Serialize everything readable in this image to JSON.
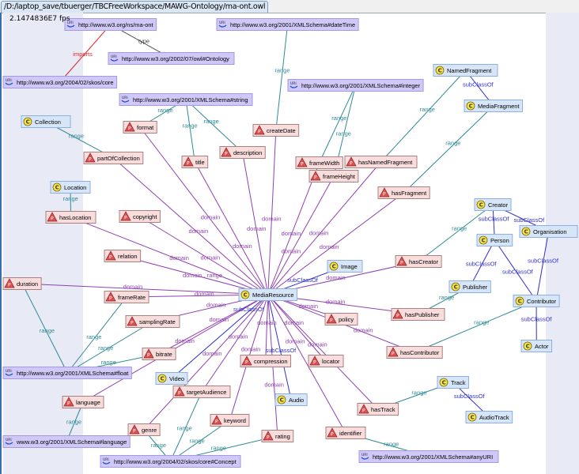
{
  "tab": {
    "title": "/D:/laptop_save/tbuerger/TBCFreeWorkspace/MAWG-Ontology/ma-ont.owl"
  },
  "fps": "2.1474836E7 fps",
  "colors": {
    "uri_fill": "#d0c9f7",
    "uri_border": "#a598e6",
    "class_fill": "#d6e6f8",
    "class_border": "#8db0e0",
    "prop_fill": "#f9dcdc",
    "prop_border": "#a88080",
    "domain": "#9040b0",
    "range": "#2f8a95",
    "subclass": "#3030d0",
    "imports": "#e02020",
    "type": "#404040"
  },
  "edge_labels": {
    "domain": "domain",
    "range": "range",
    "subClassOf": "subClassOf",
    "imports": "imports",
    "type": "type",
    "domain_range": "domain , range"
  },
  "nodes": [
    {
      "id": "maont",
      "kind": "uri",
      "label": "http://www.w3.org/ns/ma-ont"
    },
    {
      "id": "ontology",
      "kind": "uri",
      "label": "http://www.w3.org/2002/07/owl#Ontology"
    },
    {
      "id": "skos",
      "kind": "uri",
      "label": "http://www.w3.org/2004/02/skos/core"
    },
    {
      "id": "dateTime",
      "kind": "uri",
      "label": "http://www.w3.org/2001/XMLSchema#dateTime"
    },
    {
      "id": "integer",
      "kind": "uri",
      "label": "http://www.w3.org/2001/XMLSchema#integer"
    },
    {
      "id": "string",
      "kind": "uri",
      "label": "http://www.w3.org/2001/XMLSchema#string"
    },
    {
      "id": "float",
      "kind": "uri",
      "label": "http://www.w3.org/2001/XMLSchema#float"
    },
    {
      "id": "languageUri",
      "kind": "uri",
      "label": "www.w3.org/2001/XMLSchema#language"
    },
    {
      "id": "concept",
      "kind": "uri",
      "label": "http://www.w3.org/2004/02/skos/core#Concept"
    },
    {
      "id": "anyURI",
      "kind": "uri",
      "label": "http://www.w3.org/2001/XMLSchema#anyURI"
    },
    {
      "id": "Collection",
      "kind": "class",
      "label": "Collection"
    },
    {
      "id": "Location",
      "kind": "class",
      "label": "Location"
    },
    {
      "id": "NamedFragment",
      "kind": "class",
      "label": "NamedFragment"
    },
    {
      "id": "MediaFragment",
      "kind": "class",
      "label": "MediaFragment"
    },
    {
      "id": "Creator",
      "kind": "class",
      "label": "Creator"
    },
    {
      "id": "Person",
      "kind": "class",
      "label": "Person"
    },
    {
      "id": "Organisation",
      "kind": "class",
      "label": "Organisation"
    },
    {
      "id": "Publisher",
      "kind": "class",
      "label": "Publisher"
    },
    {
      "id": "Contributor",
      "kind": "class",
      "label": "Contributor"
    },
    {
      "id": "Actor",
      "kind": "class",
      "label": "Actor"
    },
    {
      "id": "Image",
      "kind": "class",
      "label": "Image"
    },
    {
      "id": "MediaResource",
      "kind": "class",
      "label": "MediaResource"
    },
    {
      "id": "Video",
      "kind": "class",
      "label": "Video"
    },
    {
      "id": "Audio",
      "kind": "class",
      "label": "Audio"
    },
    {
      "id": "Track",
      "kind": "class",
      "label": "Track"
    },
    {
      "id": "AudioTrack",
      "kind": "class",
      "label": "AudioTrack"
    },
    {
      "id": "format",
      "kind": "prop",
      "label": "format"
    },
    {
      "id": "createDate",
      "kind": "prop",
      "label": "createDate"
    },
    {
      "id": "description",
      "kind": "prop",
      "label": "description"
    },
    {
      "id": "title",
      "kind": "prop",
      "label": "title"
    },
    {
      "id": "partOfCollection",
      "kind": "prop",
      "label": "partOfCollection"
    },
    {
      "id": "frameWidth",
      "kind": "prop",
      "label": "frameWidth"
    },
    {
      "id": "hasNamedFragment",
      "kind": "prop",
      "label": "hasNamedFragment"
    },
    {
      "id": "frameHeight",
      "kind": "prop",
      "label": "frameHeight"
    },
    {
      "id": "hasFragment",
      "kind": "prop",
      "label": "hasFragment"
    },
    {
      "id": "hasLocation",
      "kind": "prop",
      "label": "hasLocation"
    },
    {
      "id": "copyright",
      "kind": "prop",
      "label": "copyright"
    },
    {
      "id": "relation",
      "kind": "prop",
      "label": "relation"
    },
    {
      "id": "hasCreator",
      "kind": "prop",
      "label": "hasCreator"
    },
    {
      "id": "duration",
      "kind": "prop",
      "label": "duration"
    },
    {
      "id": "frameRate",
      "kind": "prop",
      "label": "frameRate"
    },
    {
      "id": "policy",
      "kind": "prop",
      "label": "policy"
    },
    {
      "id": "hasPublisher",
      "kind": "prop",
      "label": "hasPublisher"
    },
    {
      "id": "samplingRate",
      "kind": "prop",
      "label": "samplingRate"
    },
    {
      "id": "bitrate",
      "kind": "prop",
      "label": "bitrate"
    },
    {
      "id": "hasContributor",
      "kind": "prop",
      "label": "hasContributor"
    },
    {
      "id": "compression",
      "kind": "prop",
      "label": "compression"
    },
    {
      "id": "locator",
      "kind": "prop",
      "label": "locator"
    },
    {
      "id": "targetAudience",
      "kind": "prop",
      "label": "targetAudience"
    },
    {
      "id": "language",
      "kind": "prop",
      "label": "language"
    },
    {
      "id": "keyword",
      "kind": "prop",
      "label": "keyword"
    },
    {
      "id": "genre",
      "kind": "prop",
      "label": "genre"
    },
    {
      "id": "rating",
      "kind": "prop",
      "label": "rating"
    },
    {
      "id": "hasTrack",
      "kind": "prop",
      "label": "hasTrack"
    },
    {
      "id": "identifier",
      "kind": "prop",
      "label": "identifier"
    }
  ],
  "edges": [
    [
      "maont",
      "skos",
      "imports"
    ],
    [
      "maont",
      "ontology",
      "type"
    ],
    [
      "format",
      "MediaResource",
      "domain"
    ],
    [
      "createDate",
      "MediaResource",
      "domain"
    ],
    [
      "description",
      "MediaResource",
      "domain"
    ],
    [
      "title",
      "MediaResource",
      "domain"
    ],
    [
      "partOfCollection",
      "MediaResource",
      "domain"
    ],
    [
      "frameWidth",
      "MediaResource",
      "domain"
    ],
    [
      "hasNamedFragment",
      "MediaResource",
      "domain"
    ],
    [
      "frameHeight",
      "MediaResource",
      "domain"
    ],
    [
      "hasFragment",
      "MediaResource",
      "domain"
    ],
    [
      "hasLocation",
      "MediaResource",
      "domain"
    ],
    [
      "copyright",
      "MediaResource",
      "domain"
    ],
    [
      "relation",
      "MediaResource",
      "domain_range"
    ],
    [
      "hasCreator",
      "MediaResource",
      "domain"
    ],
    [
      "duration",
      "MediaResource",
      "domain"
    ],
    [
      "frameRate",
      "MediaResource",
      "domain"
    ],
    [
      "policy",
      "MediaResource",
      "domain"
    ],
    [
      "hasPublisher",
      "MediaResource",
      "domain"
    ],
    [
      "samplingRate",
      "MediaResource",
      "domain"
    ],
    [
      "bitrate",
      "MediaResource",
      "domain"
    ],
    [
      "hasContributor",
      "MediaResource",
      "domain"
    ],
    [
      "compression",
      "MediaResource",
      "domain"
    ],
    [
      "locator",
      "MediaResource",
      "domain"
    ],
    [
      "targetAudience",
      "MediaResource",
      "domain"
    ],
    [
      "language",
      "MediaResource",
      "domain"
    ],
    [
      "keyword",
      "MediaResource",
      "domain"
    ],
    [
      "genre",
      "MediaResource",
      "domain"
    ],
    [
      "rating",
      "MediaResource",
      "domain"
    ],
    [
      "hasTrack",
      "MediaResource",
      "domain"
    ],
    [
      "identifier",
      "MediaResource",
      "domain"
    ],
    [
      "format",
      "string",
      "range"
    ],
    [
      "title",
      "string",
      "range"
    ],
    [
      "description",
      "string",
      "range"
    ],
    [
      "createDate",
      "dateTime",
      "range"
    ],
    [
      "frameWidth",
      "integer",
      "range"
    ],
    [
      "frameHeight",
      "integer",
      "range"
    ],
    [
      "hasNamedFragment",
      "NamedFragment",
      "range"
    ],
    [
      "hasFragment",
      "MediaFragment",
      "range"
    ],
    [
      "partOfCollection",
      "Collection",
      "range"
    ],
    [
      "hasLocation",
      "Location",
      "range"
    ],
    [
      "hasCreator",
      "Creator",
      "range"
    ],
    [
      "hasPublisher",
      "Publisher",
      "range"
    ],
    [
      "hasContributor",
      "Contributor",
      "range"
    ],
    [
      "duration",
      "float",
      "range"
    ],
    [
      "frameRate",
      "float",
      "range"
    ],
    [
      "samplingRate",
      "float",
      "range"
    ],
    [
      "bitrate",
      "float",
      "range"
    ],
    [
      "language",
      "languageUri",
      "range"
    ],
    [
      "genre",
      "concept",
      "range"
    ],
    [
      "targetAudience",
      "concept",
      "range"
    ],
    [
      "keyword",
      "concept",
      "range"
    ],
    [
      "rating",
      "concept",
      "range"
    ],
    [
      "hasTrack",
      "Track",
      "range"
    ],
    [
      "identifier",
      "anyURI",
      "range"
    ],
    [
      "Image",
      "MediaResource",
      "subClassOf"
    ],
    [
      "Video",
      "MediaResource",
      "subClassOf"
    ],
    [
      "Audio",
      "MediaResource",
      "subClassOf"
    ],
    [
      "MediaFragment",
      "NamedFragment",
      "subClassOf"
    ],
    [
      "Person",
      "Creator",
      "subClassOf"
    ],
    [
      "Organisation",
      "Creator",
      "subClassOf"
    ],
    [
      "Person",
      "Publisher",
      "subClassOf"
    ],
    [
      "Person",
      "Contributor",
      "subClassOf"
    ],
    [
      "Organisation",
      "Contributor",
      "subClassOf"
    ],
    [
      "Actor",
      "Contributor",
      "subClassOf"
    ],
    [
      "AudioTrack",
      "Track",
      "subClassOf"
    ]
  ]
}
